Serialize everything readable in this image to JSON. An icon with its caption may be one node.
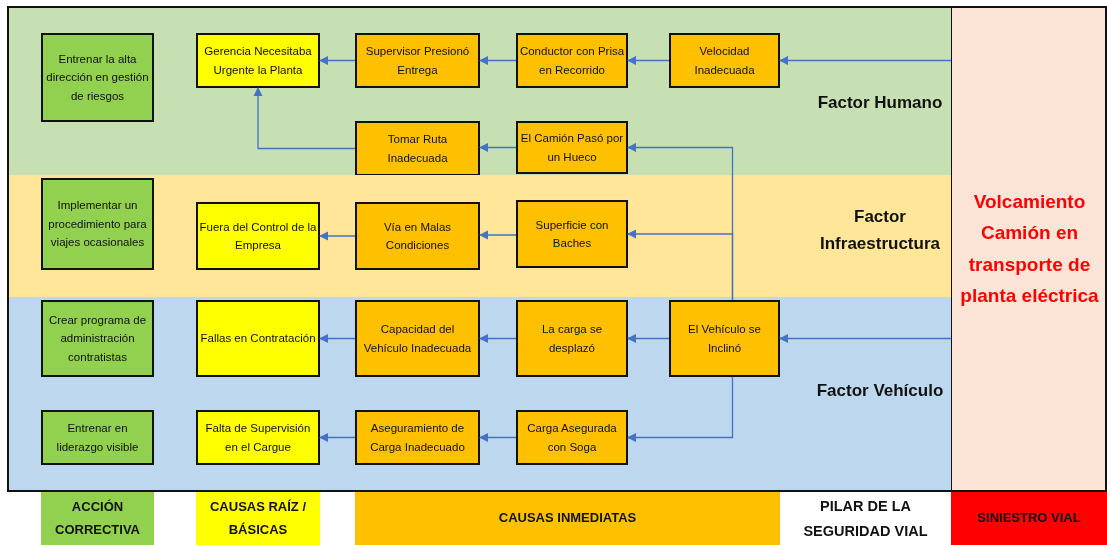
{
  "diagram": {
    "nodes": [
      {
        "text": [
          "Factor Humano"
        ]
      },
      {
        "text": [
          "Entrenar la alta dirección en gestión de riesgos"
        ],
        "in": 0
      },
      {
        "text": [
          "Gerencia Necesitaba Urgente la Planta"
        ],
        "in": 0
      },
      {
        "text": [
          "Supervisor Presionó Entrega"
        ],
        "in": 0
      },
      {
        "text": [
          "Conductor con Prisa en Recorrido"
        ],
        "in": 0
      },
      {
        "text": [
          "Velocidad Inadecuada"
        ],
        "in": 0
      },
      {
        "text": [
          "Tomar Ruta Inadecuada"
        ],
        "in": 0
      },
      {
        "text": [
          "El Camión Pasó por un Hueco"
        ],
        "in": 0
      },
      {
        "text": [
          "Factor Infraestructura"
        ]
      },
      {
        "text": [
          "Implementar un procedimiento para viajes ocasionales"
        ],
        "in": 8
      },
      {
        "text": [
          "Fuera del Control de la Empresa"
        ],
        "in": 8
      },
      {
        "text": [
          "Vía en Malas Condiciones"
        ],
        "in": 8
      },
      {
        "text": [
          "Superficie con Baches"
        ],
        "in": 8
      },
      {
        "text": [
          "Factor Vehículo"
        ]
      },
      {
        "text": [
          "Crear programa de administración contratistas"
        ],
        "in": 13
      },
      {
        "text": [
          "Fallas en Contratación"
        ],
        "in": 13
      },
      {
        "text": [
          "Capacidad del Vehículo Inadecuada"
        ],
        "in": 13
      },
      {
        "text": [
          "La carga se desplazó"
        ],
        "in": 13
      },
      {
        "text": [
          "El Vehículo se Inclinó"
        ],
        "in": 13
      },
      {
        "text": [
          "Entrenar en liderazgo visible"
        ],
        "in": 13
      },
      {
        "text": [
          "Falta de Supervisión en el Cargue"
        ],
        "in": 13
      },
      {
        "text": [
          "Aseguramiento de Carga Inadecuado"
        ],
        "in": 13
      },
      {
        "text": [
          "Carga Asegurada con Soga"
        ],
        "in": 13
      },
      {
        "text": [
          "Volcamiento Camión en transporte de planta eléctrica"
        ]
      },
      {
        "text": [
          "ACCIÓN CORRECTIVA"
        ]
      },
      {
        "text": [
          "CAUSAS RAÍZ / BÁSICAS"
        ]
      },
      {
        "text": [
          "CAUSAS INMEDIATAS"
        ]
      },
      {
        "text": [
          "PILAR DE LA SEGURIDAD VIAL"
        ]
      },
      {
        "text": [
          "SINIESTRO VIAL"
        ]
      }
    ],
    "edges": [
      {
        "from": 23,
        "to": 5,
        "arrow": "to"
      },
      {
        "from": 5,
        "to": 4,
        "arrow": "to"
      },
      {
        "from": 4,
        "to": 3,
        "arrow": "to"
      },
      {
        "from": 3,
        "to": 2,
        "arrow": "to"
      },
      {
        "from": 6,
        "to": 2,
        "arrow": "to"
      },
      {
        "from": 7,
        "to": 6,
        "arrow": "to"
      },
      {
        "from": 18,
        "to": 7,
        "arrow": "to"
      },
      {
        "from": 12,
        "to": 11,
        "arrow": "to"
      },
      {
        "from": 11,
        "to": 10,
        "arrow": "to"
      },
      {
        "from": 18,
        "to": 12,
        "arrow": "to"
      },
      {
        "from": 23,
        "to": 18,
        "arrow": "to"
      },
      {
        "from": 18,
        "to": 17,
        "arrow": "to"
      },
      {
        "from": 17,
        "to": 16,
        "arrow": "to"
      },
      {
        "from": 16,
        "to": 15,
        "arrow": "to"
      },
      {
        "from": 18,
        "to": 22,
        "arrow": "to"
      },
      {
        "from": 22,
        "to": 21,
        "arrow": "to"
      },
      {
        "from": 21,
        "to": 20,
        "arrow": "to"
      }
    ]
  }
}
